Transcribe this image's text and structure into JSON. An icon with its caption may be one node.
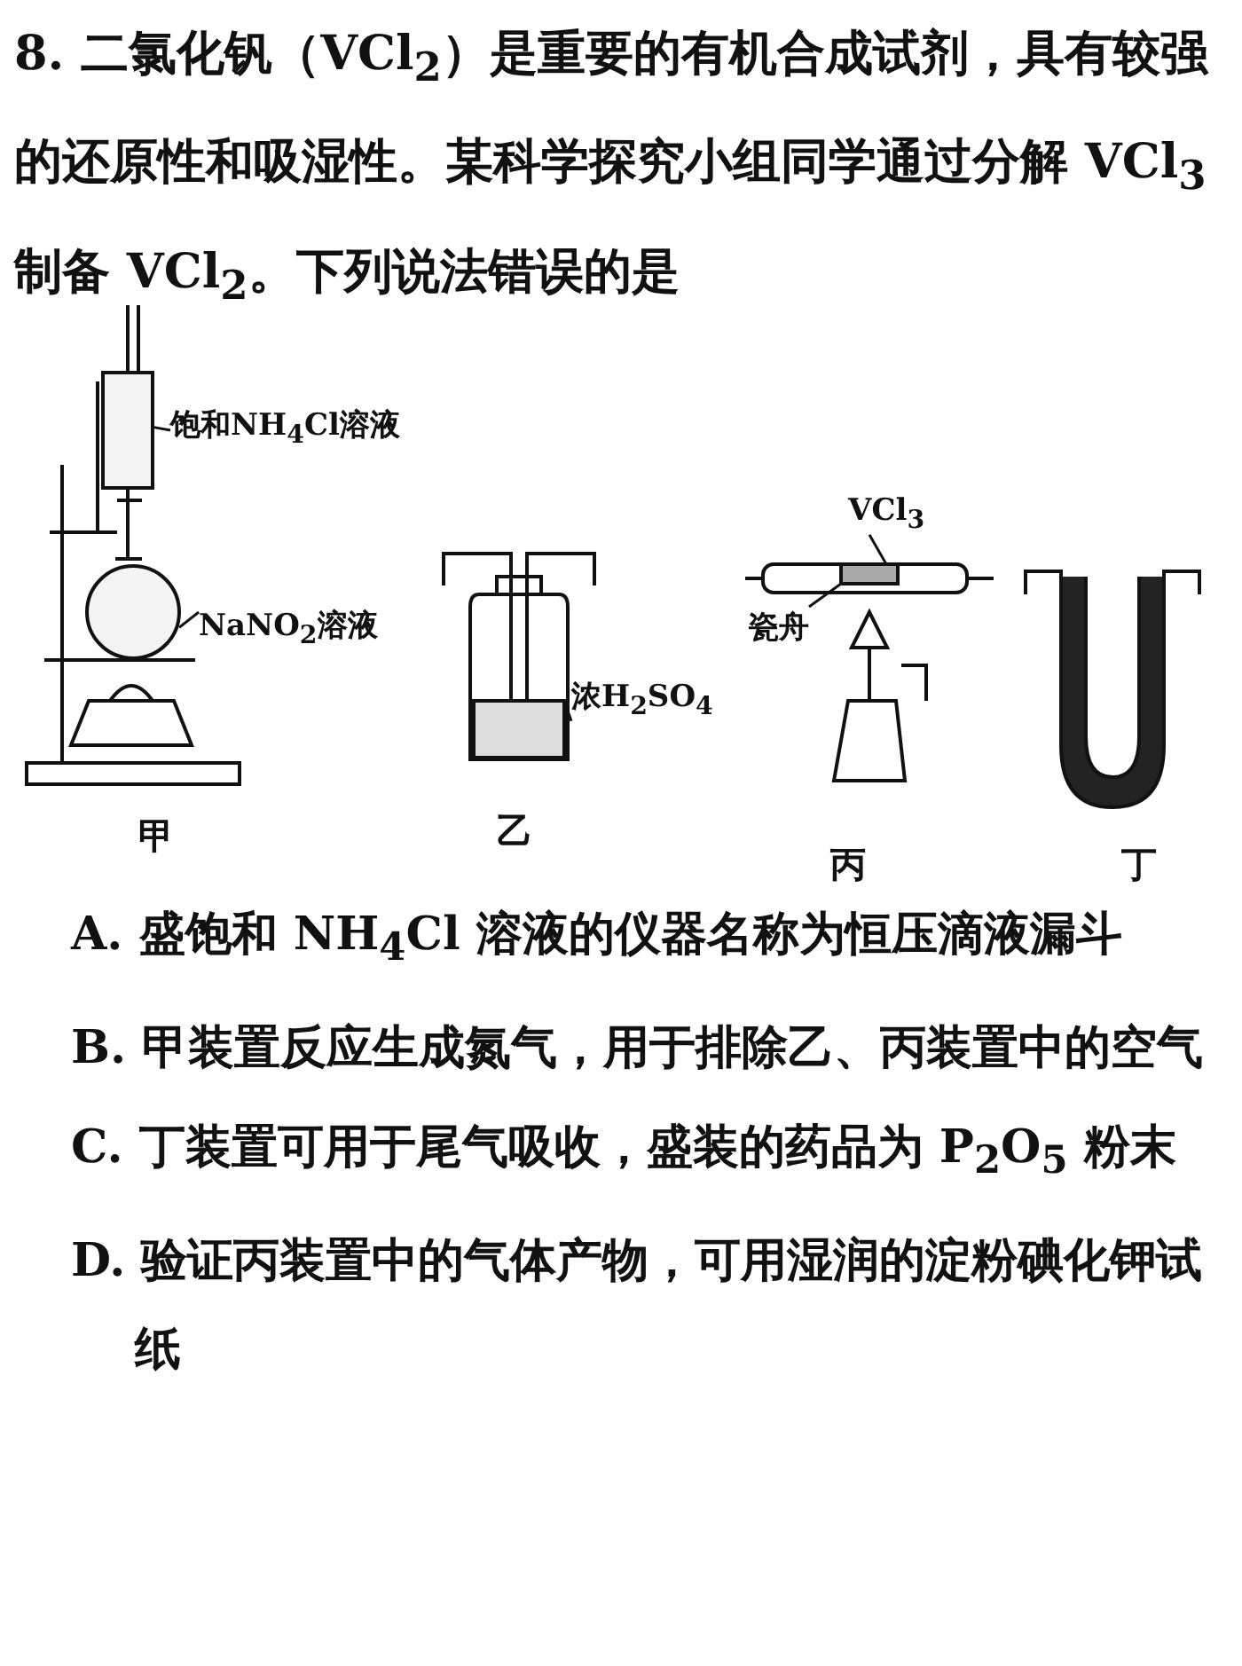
{
  "diagram": {
    "nodes": [
      {
        "text": [
          "饱和NH$_{4}$Cl溶液"
        ]
      },
      {
        "text": [],
        "shape": "box"
      },
      {
        "text": [
          "NaNO$_{2}$溶液"
        ]
      },
      {
        "text": [],
        "shape": "circle"
      },
      {
        "text": [
          "浓H$_{2}$SO$_{4}$"
        ]
      },
      {
        "text": [],
        "shape": "box"
      },
      {
        "text": [
          "VCl$_{3}$"
        ]
      },
      {
        "text": [],
        "shape": "box"
      },
      {
        "text": [
          "瓷舟"
        ]
      }
    ],
    "edges": [
      {
        "from": 0,
        "to": 1,
        "arrow": "none"
      },
      {
        "from": 2,
        "to": 3,
        "arrow": "none"
      },
      {
        "from": 4,
        "to": 5,
        "arrow": "none"
      },
      {
        "from": 6,
        "to": 7,
        "arrow": "none"
      },
      {
        "from": 8,
        "to": 7,
        "arrow": "none"
      }
    ],
    "labels": [
      "8. 二氯化钒（VCl$_{2}$）是重要的有机合成试剂，具有较强的还原性和吸湿性。某科学探究小组同学通过分解 VCl$_{3}$ 制备 VCl$_{2}$。下列说法错误的是",
      "甲",
      "乙",
      "丙",
      "丁",
      "A. 盛饱和 NH$_{4}$Cl 溶液的仪器名称为恒压滴液漏斗",
      "B. 甲装置反应生成氮气，用于排除乙、丙装置中的空气",
      "C. 丁装置可用于尾气吸收，盛装的药品为 P$_{2}$O$_{5}$ 粉末",
      "D. 验证丙装置中的气体产物，可用湿润的淀粉碘化钾试纸"
    ]
  }
}
